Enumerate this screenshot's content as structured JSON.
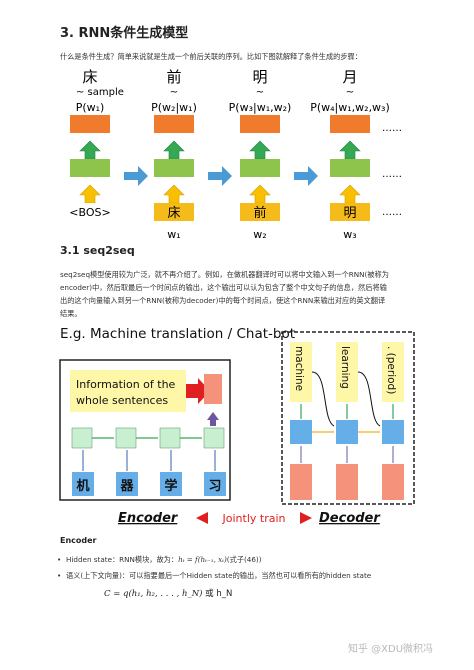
{
  "section3": {
    "heading": "3. RNN条件生成模型",
    "intro": "什么是条件生成？简单来说就是生成一个前后关联的序列。比如下图就解释了条件生成的步骤："
  },
  "fig1": {
    "tops": [
      "床",
      "前",
      "明",
      "月"
    ],
    "tilde": "~",
    "sample": "~ sample",
    "probs": [
      "P(w₁)",
      "P(w₂|w₁)",
      "P(w₃|w₁,w₂)",
      "P(w₄|w₁,w₂,w₃)"
    ],
    "inputs": [
      "<BOS>",
      "床",
      "前",
      "明"
    ],
    "ws": [
      "w₁",
      "w₂",
      "w₃"
    ],
    "ellipsis": "……"
  },
  "section31": {
    "heading": "3.1 seq2seq",
    "body_lines": [
      "seq2seq模型使用较为广泛，就不再介绍了。例如，在做机器翻译时可以将中文输入到一个RNN(被称为",
      "encoder)中，然后取最后一个时间点的输出，这个输出可以认为包含了整个中文句子的信息，然后将输",
      "出的这个向量输入到另一个RNN(被称为decoder)中的每个时间点，使这个RNN来输出对应的英文翻译",
      "结果。"
    ]
  },
  "fig2": {
    "title": "E.g. Machine translation / Chat-bot",
    "info_box": [
      "Information of the",
      "whole sentences"
    ],
    "chars": [
      "机",
      "器",
      "学",
      "习"
    ],
    "outputs": [
      "machine",
      "learning",
      ". (period)"
    ],
    "encoder": "Encoder",
    "decoder": "Decoder",
    "joint": "Jointly train"
  },
  "encoder_section": {
    "heading": "Encoder",
    "bullet1_text": "Hidden state：RNN模块，故为：",
    "bullet1_formula": "hₜ = f(hₜ₋₁, xₜ)",
    "bullet1_tail": "(式子(46))",
    "bullet2": "语义(上下文向量)：可以指要最后一个Hidden state的输出，当然也可以看所有的hidden state",
    "formula2": "C = q(h₁, h₂, . . . , h_N)",
    "formula2_tail": " 或 h_N"
  },
  "footer": "知乎 @XDU微积冯",
  "colors": {
    "orange": "#f07b2c",
    "green": "#8ec44c",
    "gold": "#f5bb1a",
    "arrow_green": "#34a853",
    "arrow_gold": "#f8c000",
    "arrow_blue": "#4a9ad6",
    "pale_yellow": "#fff7a8",
    "light_green": "#c7efd0",
    "salmon": "#f4927b",
    "blue_box": "#66aee8",
    "purple": "#6f56a0",
    "red": "#e02020"
  }
}
